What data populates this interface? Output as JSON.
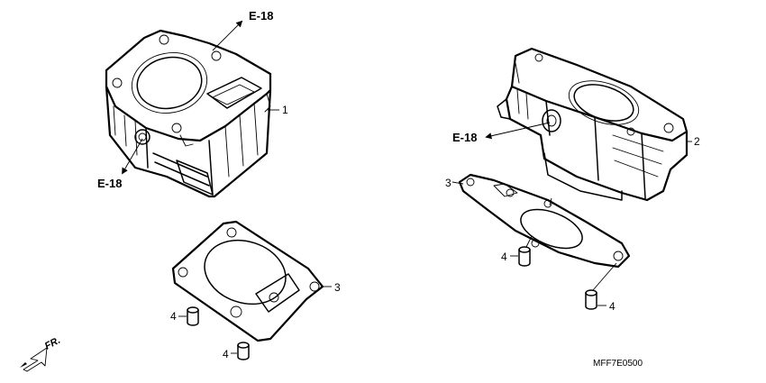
{
  "callouts": {
    "cylinder_front": "1",
    "cylinder_rear": "2",
    "gasket_front": "3",
    "gasket_rear": "3",
    "dowel_front_upper": "4",
    "dowel_front_lower": "4",
    "dowel_rear_left": "4",
    "dowel_rear_right": "4"
  },
  "references": {
    "front_top": "E-18",
    "front_bottom": "E-18",
    "rear": "E-18"
  },
  "direction": {
    "label": "FR."
  },
  "diagram_code": "MFF7E0500"
}
